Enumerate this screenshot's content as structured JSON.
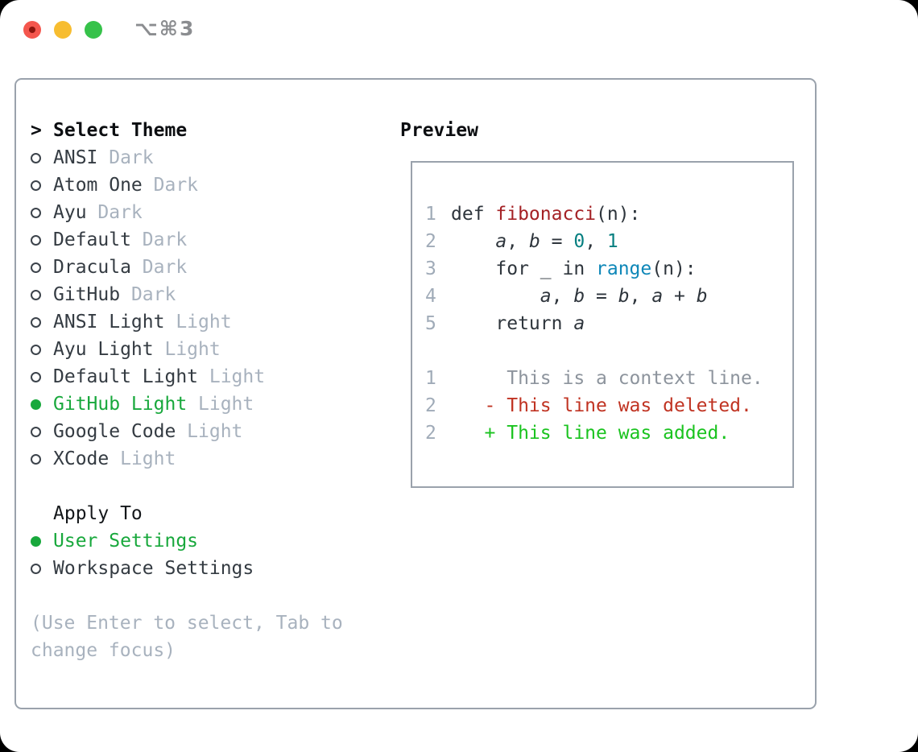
{
  "window": {
    "title": "⌥⌘3"
  },
  "colors": {
    "accent_green": "#18a83c",
    "code_text": "#2e353c",
    "function_red": "#a42125",
    "number_teal": "#067f80",
    "builtin_blue": "#0e87b8",
    "context_gray": "#8d949d",
    "diff_deleted_red": "#c03322",
    "diff_added_green": "#1ac31f",
    "muted_gray": "#a8b2be",
    "panel_border_gray": "#9aa2ac",
    "traffic_close": "#f4564d",
    "traffic_minimize": "#f7bd30",
    "traffic_maximize": "#36c24a"
  },
  "theme_picker": {
    "header_prefix": ">",
    "header_label": "Select Theme",
    "items": [
      {
        "name": "ANSI",
        "variant": "Dark",
        "selected": false
      },
      {
        "name": "Atom One",
        "variant": "Dark",
        "selected": false
      },
      {
        "name": "Ayu",
        "variant": "Dark",
        "selected": false
      },
      {
        "name": "Default",
        "variant": "Dark",
        "selected": false
      },
      {
        "name": "Dracula",
        "variant": "Dark",
        "selected": false
      },
      {
        "name": "GitHub",
        "variant": "Dark",
        "selected": false
      },
      {
        "name": "ANSI Light",
        "variant": "Light",
        "selected": false
      },
      {
        "name": "Ayu Light",
        "variant": "Light",
        "selected": false
      },
      {
        "name": "Default Light",
        "variant": "Light",
        "selected": false
      },
      {
        "name": "GitHub Light",
        "variant": "Light",
        "selected": true
      },
      {
        "name": "Google Code",
        "variant": "Light",
        "selected": false
      },
      {
        "name": "XCode",
        "variant": "Light",
        "selected": false
      }
    ],
    "apply_to_label": "Apply To",
    "apply_options": [
      {
        "name": "User Settings",
        "selected": true
      },
      {
        "name": "Workspace Settings",
        "selected": false
      }
    ],
    "hint": "(Use Enter to select, Tab to change focus)"
  },
  "preview": {
    "label": "Preview",
    "lines": [
      {
        "num": "1",
        "segments": [
          [
            "t",
            "def "
          ],
          [
            "fn",
            "fibonacci"
          ],
          [
            "t",
            "(n):"
          ]
        ]
      },
      {
        "num": "2",
        "segments": [
          [
            "t",
            "    "
          ],
          [
            "v",
            "a"
          ],
          [
            "t",
            ", "
          ],
          [
            "v",
            "b"
          ],
          [
            "t",
            " = "
          ],
          [
            "n",
            "0"
          ],
          [
            "t",
            ", "
          ],
          [
            "n",
            "1"
          ]
        ]
      },
      {
        "num": "3",
        "segments": [
          [
            "t",
            "    for _ in "
          ],
          [
            "b",
            "range"
          ],
          [
            "t",
            "(n):"
          ]
        ]
      },
      {
        "num": "4",
        "segments": [
          [
            "t",
            "        "
          ],
          [
            "v",
            "a"
          ],
          [
            "t",
            ", "
          ],
          [
            "v",
            "b"
          ],
          [
            "t",
            " = "
          ],
          [
            "v",
            "b"
          ],
          [
            "t",
            ", "
          ],
          [
            "v",
            "a"
          ],
          [
            "t",
            " + "
          ],
          [
            "v",
            "b"
          ]
        ]
      },
      {
        "num": "5",
        "segments": [
          [
            "t",
            "    return "
          ],
          [
            "v",
            "a"
          ]
        ]
      },
      {
        "num": "",
        "segments": []
      },
      {
        "num": "1",
        "segments": [
          [
            "ctx",
            "     This is a context line."
          ]
        ]
      },
      {
        "num": "2",
        "segments": [
          [
            "del",
            "   - This line was deleted."
          ]
        ]
      },
      {
        "num": "2",
        "segments": [
          [
            "add",
            "   + This line was added."
          ]
        ]
      }
    ]
  }
}
